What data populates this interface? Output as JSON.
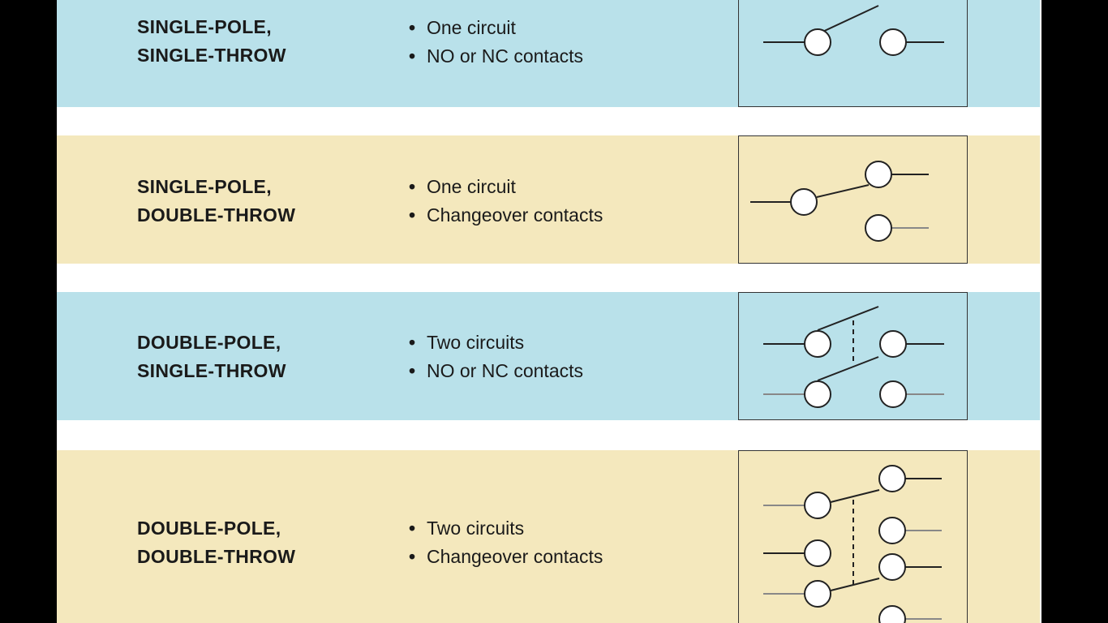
{
  "colors": {
    "blue_row": "#b9e1ea",
    "tan_row": "#f4e8bd",
    "ink": "#1a1a1a"
  },
  "rows": [
    {
      "name_line1": "SINGLE-POLE,",
      "name_line2": "SINGLE-THROW",
      "features": [
        "One circuit",
        "NO or NC contacts"
      ],
      "symbol": "spst-switch-symbol"
    },
    {
      "name_line1": "SINGLE-POLE,",
      "name_line2": "DOUBLE-THROW",
      "features": [
        "One circuit",
        "Changeover contacts"
      ],
      "symbol": "spdt-switch-symbol"
    },
    {
      "name_line1": "DOUBLE-POLE,",
      "name_line2": "SINGLE-THROW",
      "features": [
        "Two circuits",
        "NO or NC contacts"
      ],
      "symbol": "dpst-switch-symbol"
    },
    {
      "name_line1": "DOUBLE-POLE,",
      "name_line2": "DOUBLE-THROW",
      "features": [
        "Two circuits",
        "Changeover contacts"
      ],
      "symbol": "dpdt-switch-symbol"
    }
  ]
}
